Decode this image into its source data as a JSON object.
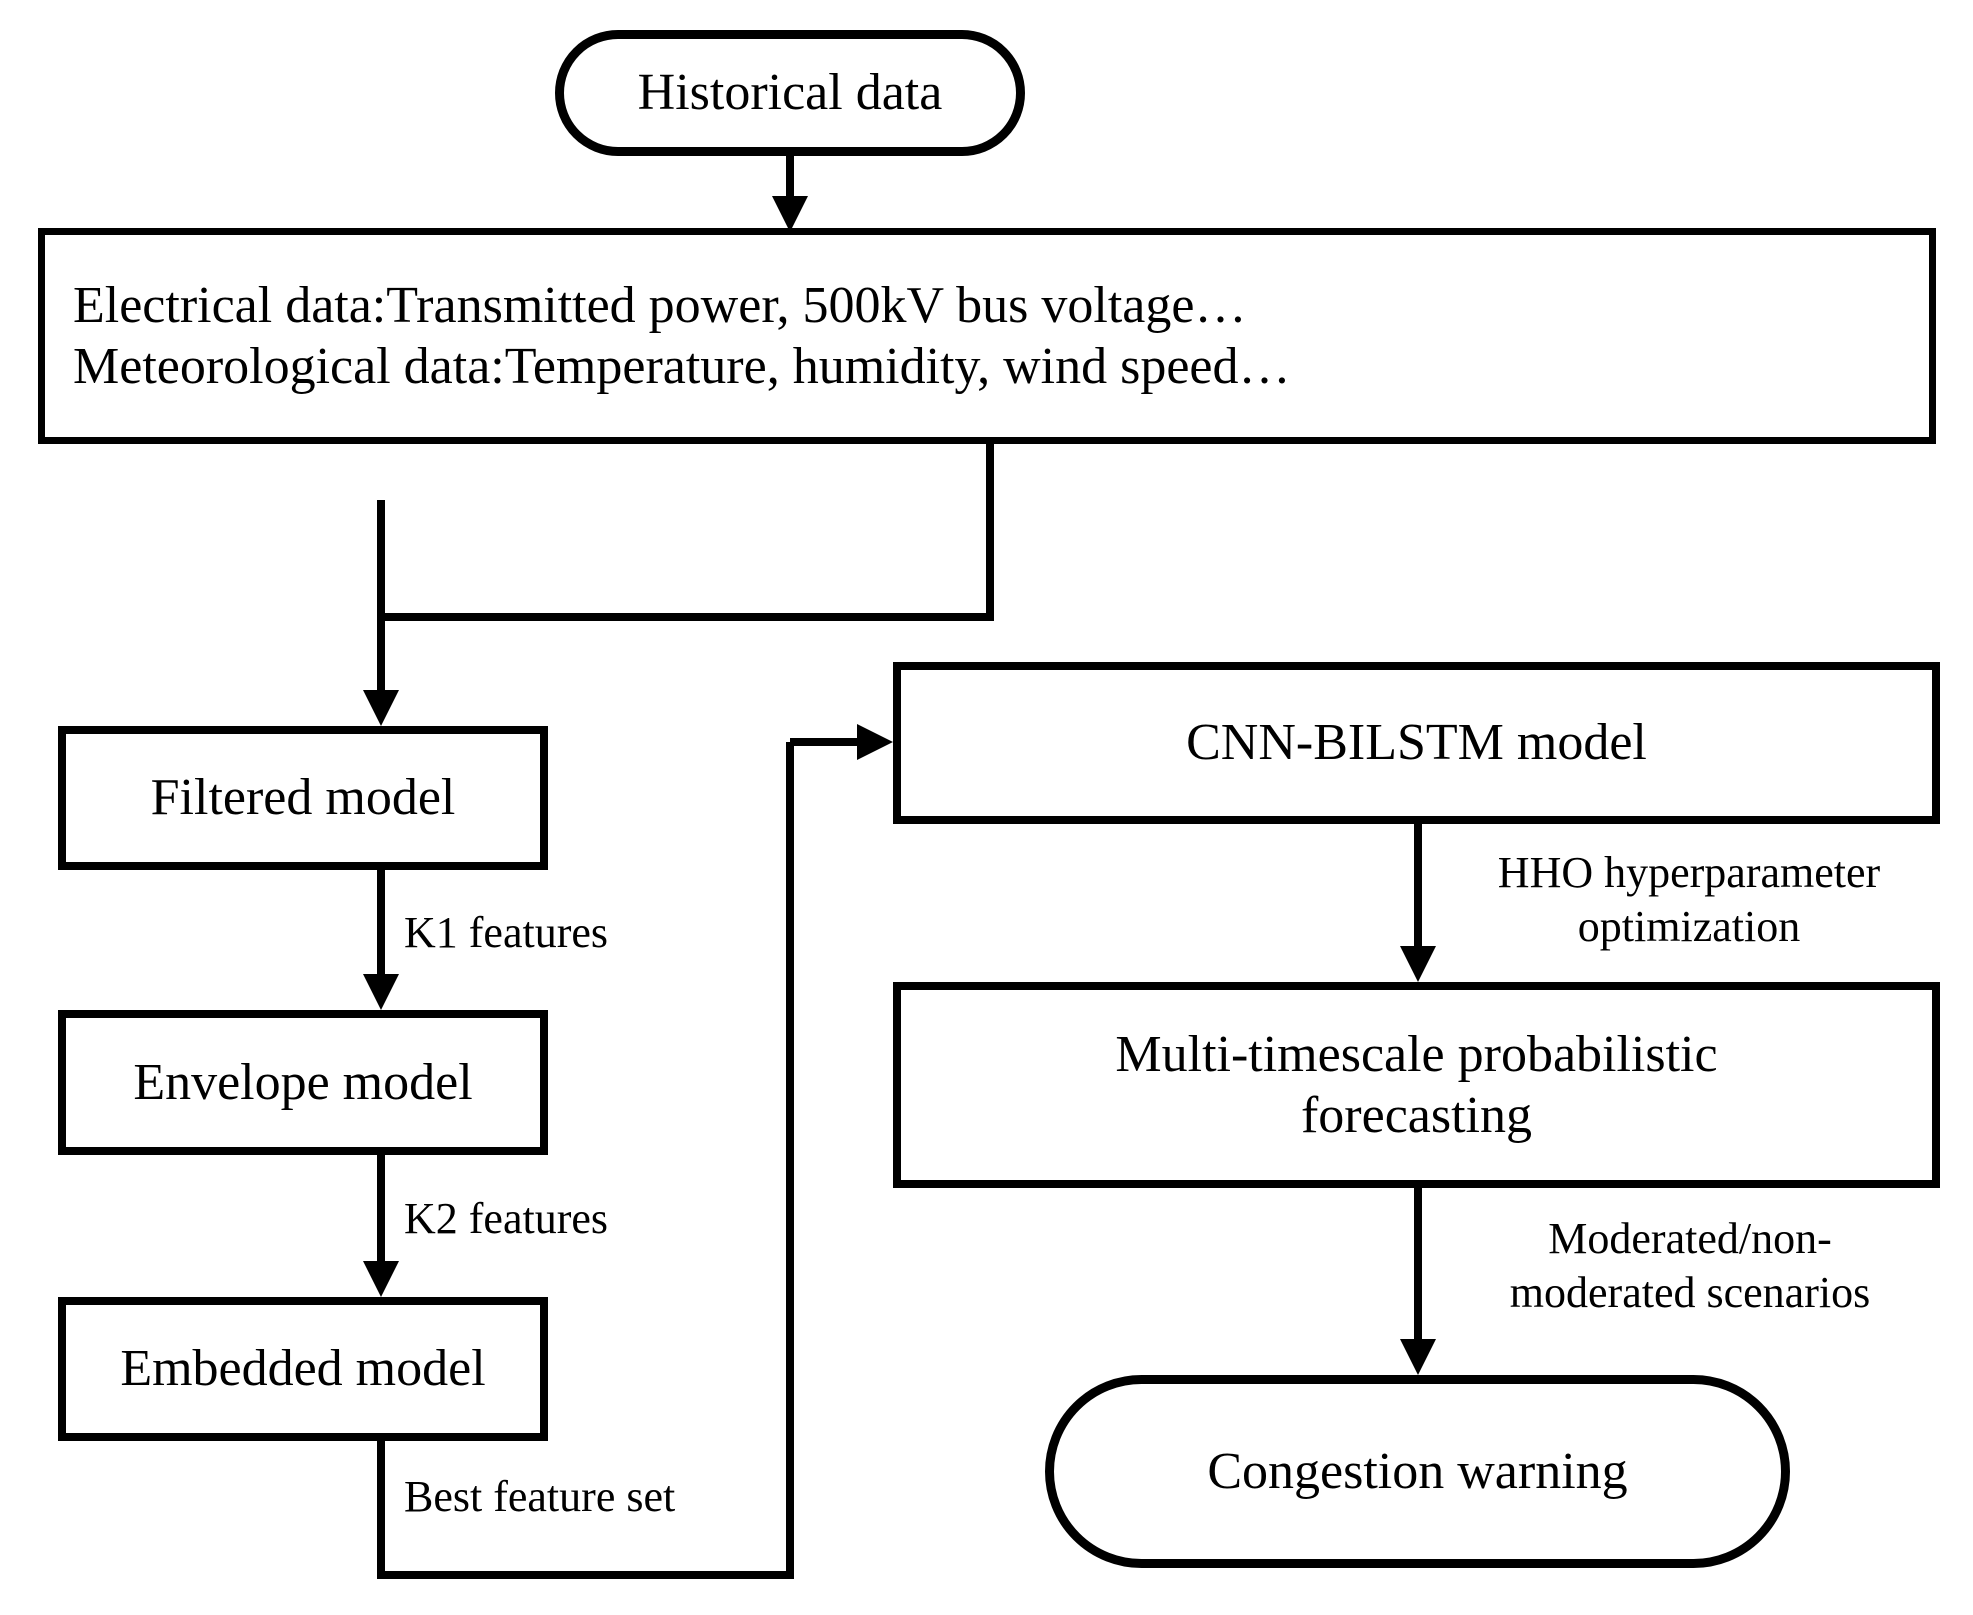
{
  "diagram": {
    "title": "Congestion warning methodology flowchart",
    "background_color": "#ffffff",
    "line_color": "#000000",
    "text_color": "#000000"
  },
  "nodes": {
    "historical_data": {
      "label": "Historical data",
      "shape": "stadium"
    },
    "data_sources": {
      "line1": "Electrical data:Transmitted power, 500kV bus voltage…",
      "line2": "Meteorological data:Temperature, humidity, wind speed…",
      "shape": "rectangle"
    },
    "filtered_model": {
      "label": "Filtered model",
      "shape": "rectangle"
    },
    "envelope_model": {
      "label": "Envelope model",
      "shape": "rectangle"
    },
    "embedded_model": {
      "label": "Embedded model",
      "shape": "rectangle"
    },
    "cnn_bilstm_model": {
      "label": "CNN-BILSTM model",
      "shape": "rectangle"
    },
    "forecasting": {
      "label": "Multi-timescale probabilistic\nforecasting",
      "shape": "rectangle"
    },
    "congestion_warning": {
      "label": "Congestion warning",
      "shape": "stadium"
    }
  },
  "edge_labels": {
    "k1_features": "K1 features",
    "k2_features": "K2 features",
    "best_feature_set": "Best  feature set",
    "hho_optimization": "HHO hyperparameter\noptimization",
    "scenarios": "Moderated/non-\nmoderated scenarios"
  },
  "flow": [
    {
      "from": "historical_data",
      "to": "data_sources",
      "label": ""
    },
    {
      "from": "data_sources",
      "to": "filtered_model",
      "label": ""
    },
    {
      "from": "filtered_model",
      "to": "envelope_model",
      "label": "K1 features"
    },
    {
      "from": "envelope_model",
      "to": "embedded_model",
      "label": "K2 features"
    },
    {
      "from": "embedded_model",
      "to": "cnn_bilstm_model",
      "label": "Best  feature set"
    },
    {
      "from": "cnn_bilstm_model",
      "to": "forecasting",
      "label": "HHO hyperparameter optimization"
    },
    {
      "from": "forecasting",
      "to": "congestion_warning",
      "label": "Moderated/non-moderated scenarios"
    }
  ]
}
